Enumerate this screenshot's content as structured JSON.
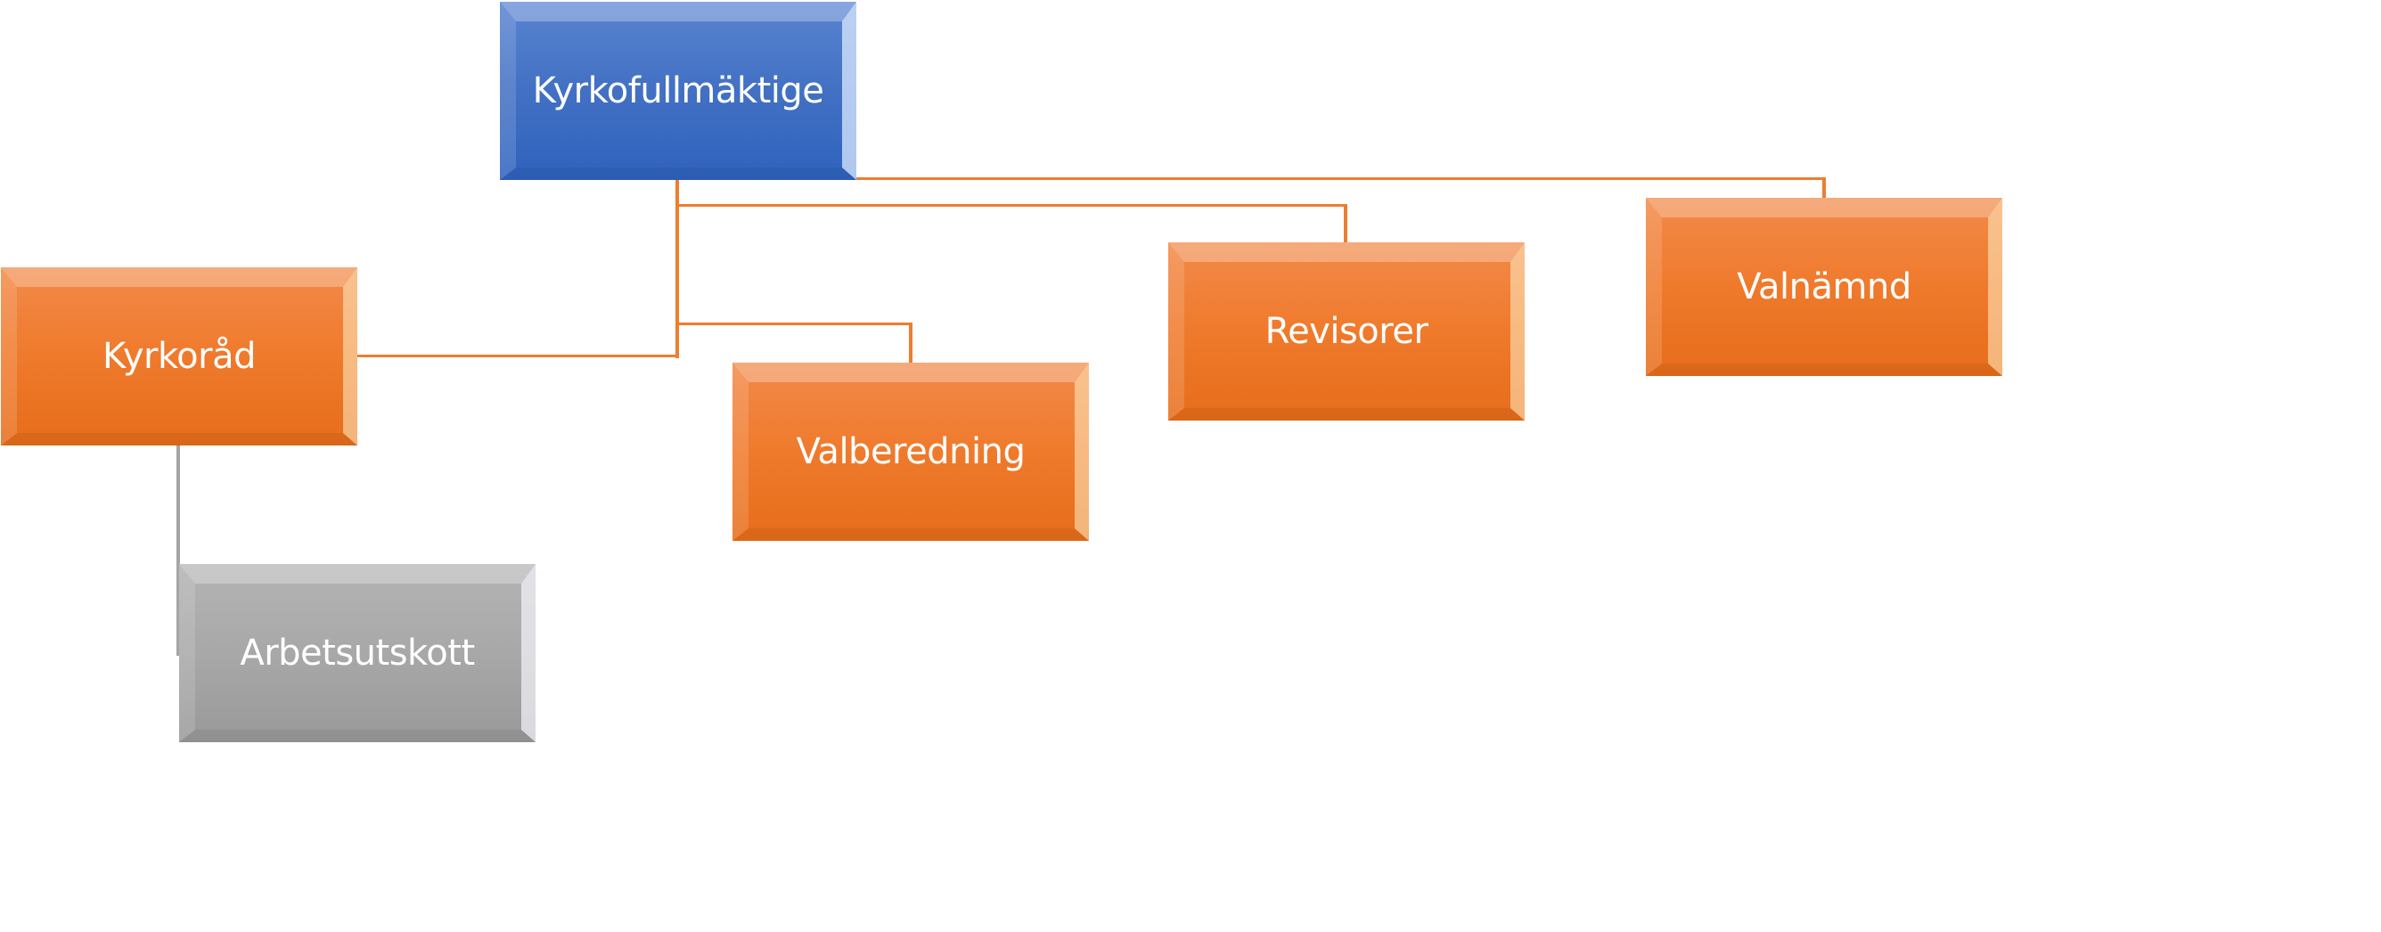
{
  "diagram": {
    "type": "org-chart",
    "colors": {
      "root": "#4472C4",
      "child": "#ED7D31",
      "subchild": "#A5A5A5",
      "connector": "#ED7D31",
      "subconnector": "#A5A5A5"
    },
    "nodes": {
      "root": {
        "label": "Kyrkofullmäktige"
      },
      "kyrkorad": {
        "label": "Kyrkoråd",
        "parent": "Kyrkofullmäktige"
      },
      "valberedning": {
        "label": "Valberedning",
        "parent": "Kyrkofullmäktige"
      },
      "revisorer": {
        "label": "Revisorer",
        "parent": "Kyrkofullmäktige"
      },
      "valnamnd": {
        "label": "Valnämnd",
        "parent": "Kyrkofullmäktige"
      },
      "arbetsutskott": {
        "label": "Arbetsutskott",
        "parent": "Kyrkoråd"
      }
    }
  }
}
